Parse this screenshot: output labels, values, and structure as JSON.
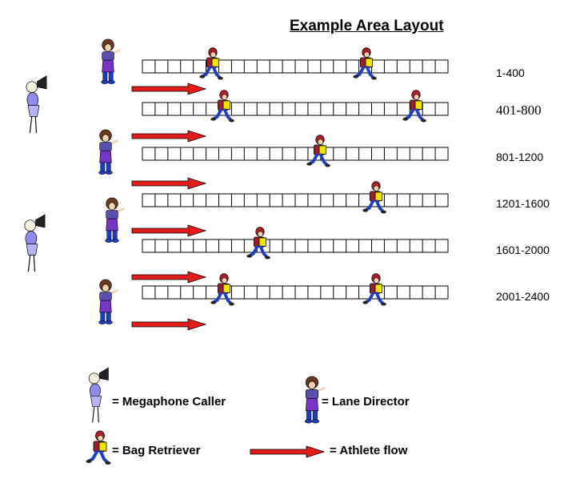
{
  "title": "Example Area Layout",
  "lanes": [
    {
      "label": "1-400",
      "retrievers": 2
    },
    {
      "label": "401-800",
      "retrievers": 2
    },
    {
      "label": "801-1200",
      "retrievers": 1
    },
    {
      "label": "1201-1600",
      "retrievers": 1
    },
    {
      "label": "1601-2000",
      "retrievers": 1
    },
    {
      "label": "2001-2400",
      "retrievers": 2
    }
  ],
  "legend": {
    "megaphone_caller": "= Megaphone Caller",
    "lane_director": "= Lane Director",
    "bag_retriever": "= Bag Retriever",
    "athlete_flow": "= Athlete flow"
  },
  "colors": {
    "arrow": "#e21b1b",
    "retriever_shirt": "#f2e400",
    "retriever_jacket": "#9c1e2a",
    "pants": "#1d3fbf",
    "director_body": "#7a34c4",
    "caller_dress": "#8f8bf0"
  }
}
